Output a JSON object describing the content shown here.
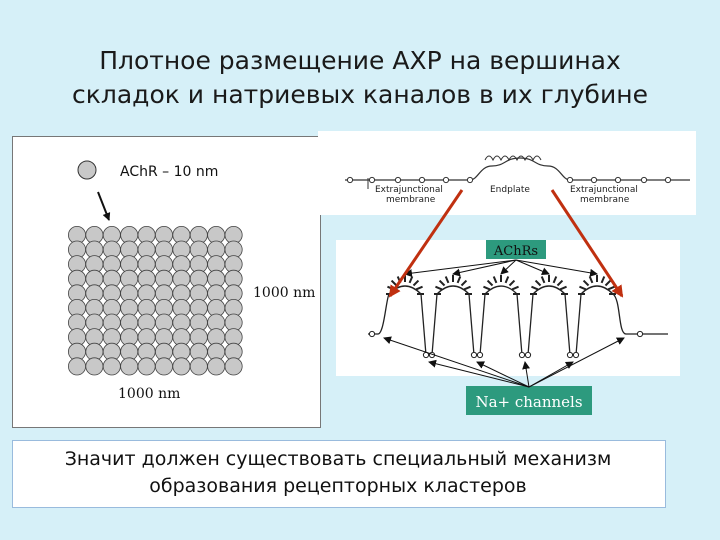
{
  "title": {
    "line1": "Плотное размещение АХР на вершинах",
    "line2": "складок и натриевых каналов в их глубине"
  },
  "left_panel": {
    "achr_label": "AChR – 10 nm",
    "height_label": "1000 nm",
    "width_label": "1000 nm"
  },
  "right_panel": {
    "extrajunctional_left": [
      "Extrajunctional",
      "membrane"
    ],
    "endplate": "Endplate",
    "extrajunctional_right": [
      "Extrajunctional",
      "membrane"
    ],
    "achrs_label": "AChRs",
    "na_label": "Na+ channels"
  },
  "bottom": {
    "line1": "Значит должен существовать специальный механизм",
    "line2": "образования рецепторных кластеров"
  },
  "colors": {
    "background": "#d6f0f8",
    "circle_fill": "#c8c8c8",
    "red_arrow": "#c03010",
    "label_box": "#2d9a7e"
  }
}
